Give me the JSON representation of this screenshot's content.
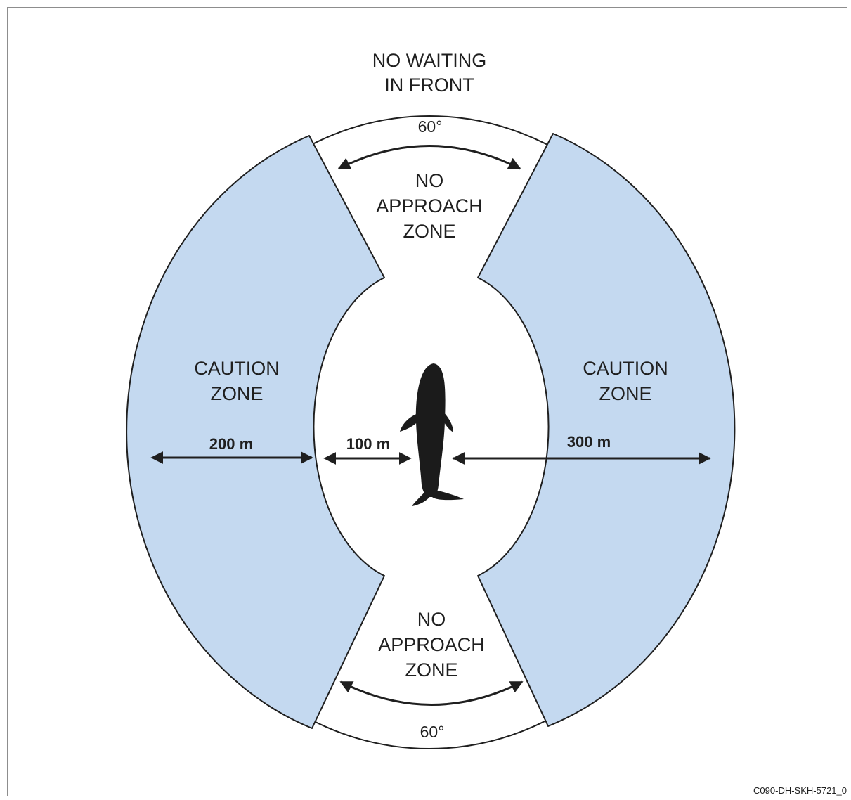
{
  "top_heading": {
    "line1": "NO WAITING",
    "line2": "IN FRONT"
  },
  "zones": {
    "no_approach_top": {
      "angle": "60°",
      "line1": "NO",
      "line2": "APPROACH",
      "line3": "ZONE"
    },
    "no_approach_bottom": {
      "angle": "60°",
      "line1": "NO",
      "line2": "APPROACH",
      "line3": "ZONE"
    },
    "caution_left": {
      "line1": "CAUTION",
      "line2": "ZONE"
    },
    "caution_right": {
      "line1": "CAUTION",
      "line2": "ZONE"
    }
  },
  "distances": {
    "left": "200 m",
    "inner": "100 m",
    "right": "300 m"
  },
  "figure_code": "C090-DH-SKH-5721_0",
  "colors": {
    "caution_fill": "#c4d9f0",
    "line": "#1f1f1f",
    "whale": "#1b1b1b",
    "frame": "#8d8d8d"
  },
  "icons": {
    "whale": "whale-silhouette-icon",
    "arrows": "double-headed-arrow"
  }
}
